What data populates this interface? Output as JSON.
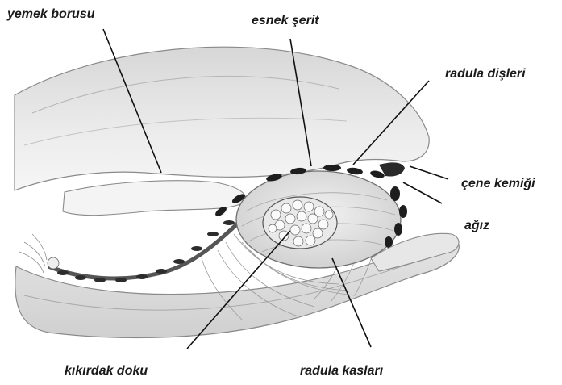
{
  "labels": {
    "esophagus": "yemek borusu",
    "elastic_band": "esnek şerit",
    "radula_teeth": "radula dişleri",
    "jaw_bone": "çene kemiği",
    "mouth": "ağız",
    "cartilage": "kıkırdak doku",
    "radula_muscles": "radula kasları"
  }
}
